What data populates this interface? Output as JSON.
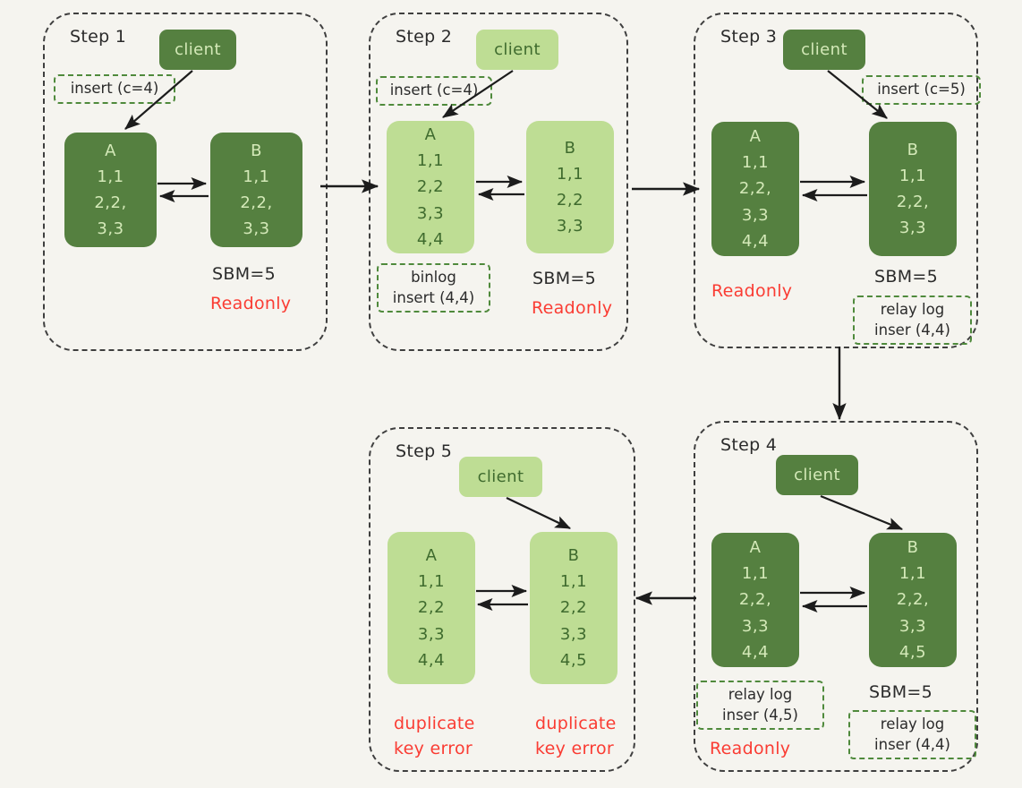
{
  "diagram": {
    "title": "MySQL replication readonly / duplicate key error walkthrough",
    "colors": {
      "background": "#f5f4ef",
      "dark_green": "#558040",
      "light_green": "#bedd94",
      "dark_text_on_green": "#d4e9b8",
      "light_text_on_green": "#3f6b2e",
      "error_red": "#fa3c33",
      "tag_border_green": "#4f8a3c",
      "panel_border": "#3f3f3f"
    }
  },
  "steps": [
    {
      "id": "step1",
      "title": "Step 1",
      "client_label": "client",
      "client_shade": "dark",
      "node_a": {
        "label": "A",
        "rows": [
          "1,1",
          "2,2,",
          "3,3"
        ],
        "shade": "dark"
      },
      "node_b": {
        "label": "B",
        "rows": [
          "1,1",
          "2,2,",
          "3,3"
        ],
        "shade": "dark"
      },
      "insert_tag": "insert (c=4)",
      "sbm_label": "SBM=5",
      "status_label": "Readonly"
    },
    {
      "id": "step2",
      "title": "Step 2",
      "client_label": "client",
      "client_shade": "light",
      "node_a": {
        "label": "A",
        "rows": [
          "1,1",
          "2,2",
          "3,3",
          "4,4"
        ],
        "shade": "light"
      },
      "node_b": {
        "label": "B",
        "rows": [
          "1,1",
          "2,2",
          "3,3"
        ],
        "shade": "light"
      },
      "insert_tag": "insert (c=4)",
      "binlog_tag_line1": "binlog",
      "binlog_tag_line2": "insert (4,4)",
      "sbm_label": "SBM=5",
      "status_label": "Readonly"
    },
    {
      "id": "step3",
      "title": "Step 3",
      "client_label": "client",
      "client_shade": "dark",
      "node_a": {
        "label": "A",
        "rows": [
          "1,1",
          "2,2,",
          "3,3",
          "4,4"
        ],
        "shade": "dark"
      },
      "node_b": {
        "label": "B",
        "rows": [
          "1,1",
          "2,2,",
          "3,3"
        ],
        "shade": "dark"
      },
      "insert_tag": "insert (c=5)",
      "status_label": "Readonly",
      "sbm_label": "SBM=5",
      "relay_tag_line1": "relay log",
      "relay_tag_line2": "inser (4,4)"
    },
    {
      "id": "step4",
      "title": "Step 4",
      "client_label": "client",
      "client_shade": "dark",
      "node_a": {
        "label": "A",
        "rows": [
          "1,1",
          "2,2,",
          "3,3",
          "4,4"
        ],
        "shade": "dark"
      },
      "node_b": {
        "label": "B",
        "rows": [
          "1,1",
          "2,2,",
          "3,3",
          "4,5"
        ],
        "shade": "dark"
      },
      "relay_a_line1": "relay log",
      "relay_a_line2": "inser (4,5)",
      "status_label": "Readonly",
      "sbm_label": "SBM=5",
      "relay_b_line1": "relay log",
      "relay_b_line2": "inser (4,4)"
    },
    {
      "id": "step5",
      "title": "Step 5",
      "client_label": "client",
      "client_shade": "light",
      "node_a": {
        "label": "A",
        "rows": [
          "1,1",
          "2,2",
          "3,3",
          "4,4"
        ],
        "shade": "light"
      },
      "node_b": {
        "label": "B",
        "rows": [
          "1,1",
          "2,2",
          "3,3",
          "4,5"
        ],
        "shade": "light"
      },
      "error_a_line1": "duplicate",
      "error_a_line2": "key error",
      "error_b_line1": "duplicate",
      "error_b_line2": "key error"
    }
  ],
  "flow_arrows": [
    {
      "name": "step1-to-step2",
      "direction": "right"
    },
    {
      "name": "step2-to-step3",
      "direction": "right"
    },
    {
      "name": "step3-to-step4",
      "direction": "down"
    },
    {
      "name": "step4-to-step5",
      "direction": "left"
    }
  ]
}
